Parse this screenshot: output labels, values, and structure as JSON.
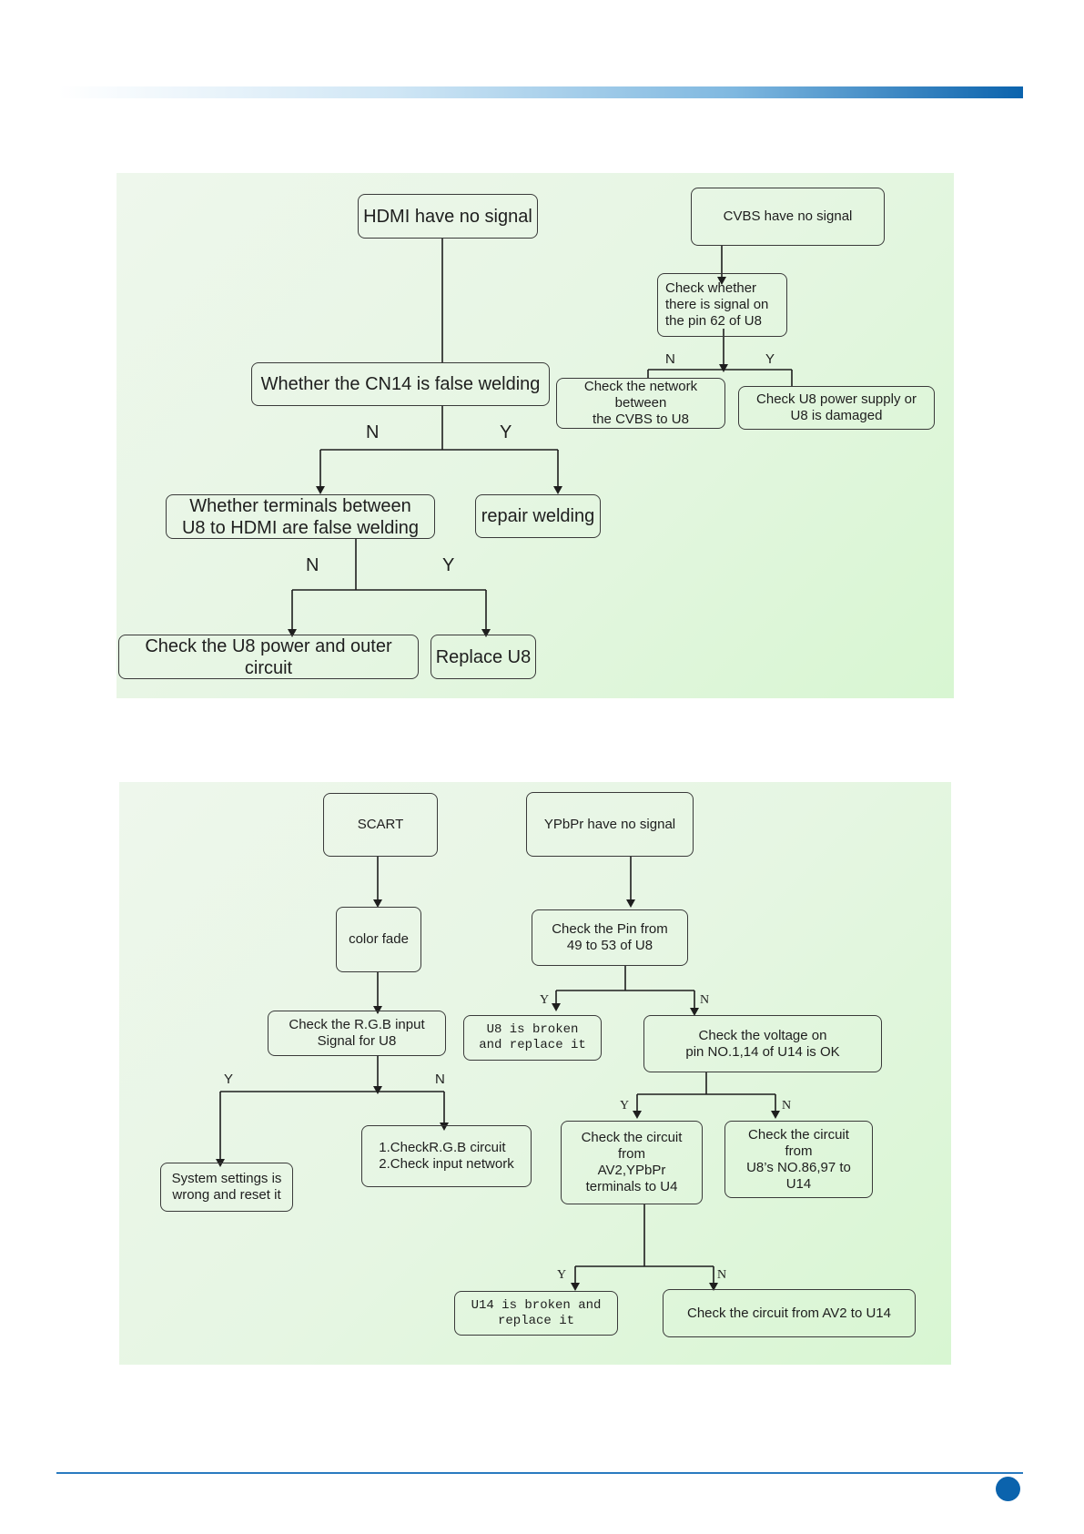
{
  "flow_top": {
    "hdmi_title": "HDMI have no signal",
    "cn14_question": "Whether  the CN14 is false welding",
    "cn14_no": "N",
    "cn14_yes": "Y",
    "terminals_question": "Whether  terminals between\nU8 to HDMI are false welding",
    "repair_welding": "repair welding",
    "terminals_no": "N",
    "terminals_yes": "Y",
    "check_u8_power": "Check the U8 power and outer circuit",
    "replace_u8": "Replace U8",
    "cvbs_title": "CVBS have no signal",
    "check_pin62": "Check whether\nthere is signal on\nthe pin 62 of U8",
    "pin62_no": "N",
    "pin62_yes": "Y",
    "check_network": "Check the network between\nthe CVBS to U8",
    "check_u8_supply": "Check U8 power supply or\nU8 is damaged"
  },
  "flow_bottom": {
    "scart_title": "SCART",
    "color_fade": "color fade",
    "check_rgb": "Check the R.G.B input\nSignal for U8",
    "rgb_yes": "Y",
    "rgb_no": "N",
    "system_settings": "System settings is\nwrong and reset it",
    "check_rgb_circuit": "1.CheckR.G.B circuit\n2.Check input network",
    "ypbpr_title": "YPbPr have no signal",
    "check_pin_49_53": "Check the Pin from\n49 to 53 of U8",
    "pin_yes": "Y",
    "pin_no": "N",
    "u8_broken": "U8 is broken\nand replace it",
    "check_voltage": "Check the voltage on\npin NO.1,14 of U14 is OK",
    "voltage_yes": "Y",
    "voltage_no": "N",
    "check_circuit_av2": "Check the circuit\nfrom\nAV2,YPbPr\nterminals to U4",
    "check_circuit_u8": "Check the circuit\nfrom\nU8’s NO.86,97 to\nU14",
    "circuit_yes": "Y",
    "circuit_no": "N",
    "u14_broken": "U14 is broken and\nreplace it",
    "check_av2_u14": "Check the circuit from AV2 to U14"
  }
}
